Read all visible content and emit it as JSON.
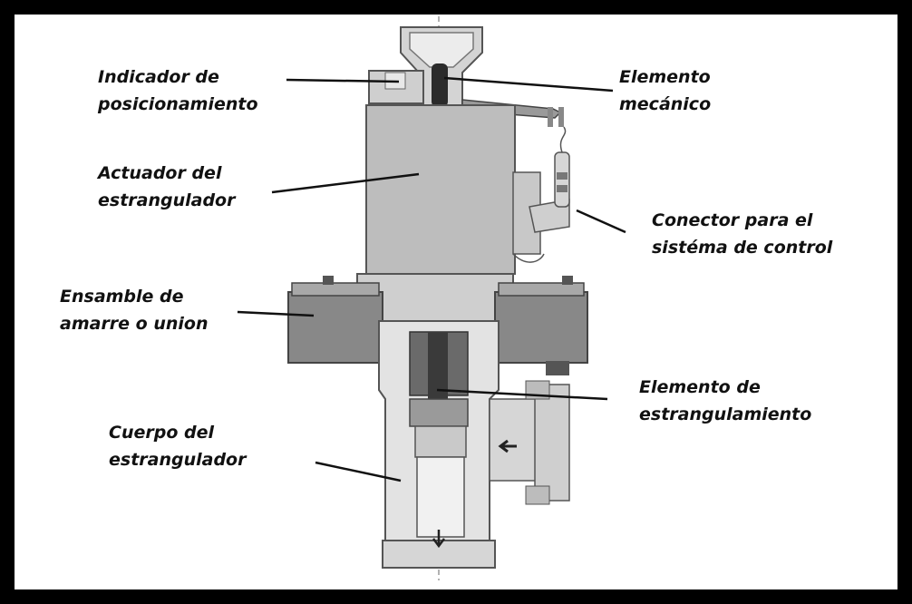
{
  "labels": {
    "indicador": [
      "Indicador de",
      "posicionamiento"
    ],
    "elemento_mecanico": [
      "Elemento",
      "mecánico"
    ],
    "actuador": [
      "Actuador del",
      "estrangulador"
    ],
    "conector": [
      "Conector para el",
      "sistéma de control"
    ],
    "ensamble": [
      "Ensamble de",
      "amarre o union"
    ],
    "elemento_estrangulamiento": [
      "Elemento de",
      "estrangulamiento"
    ],
    "cuerpo": [
      "Cuerpo del",
      "estrangulador"
    ]
  },
  "colors": {
    "frame": "#000000",
    "part_fill": "#bdbdbd",
    "part_light": "#e3e3e3",
    "part_dark": "#4a4a4a",
    "outline": "#555555"
  }
}
